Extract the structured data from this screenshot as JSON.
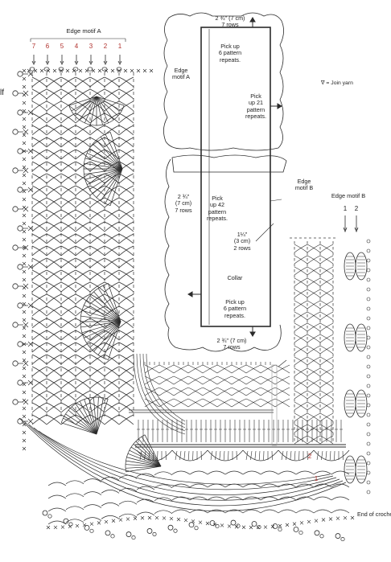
{
  "motif_a": {
    "title": "Edge motif A",
    "row_numbers": [
      "7",
      "6",
      "5",
      "4",
      "3",
      "2",
      "1"
    ]
  },
  "motif_b": {
    "title": "Edge motif B",
    "row_numbers": [
      "1",
      "2"
    ]
  },
  "legend": {
    "join_yarn": "∇ = Join yarn"
  },
  "schematic": {
    "top_measure": "2 ¾\" (7 cm)\n7 rows",
    "pick_up_top": "Pick up\n6 pattern\nrepeats.",
    "edge_motif_a": "Edge\nmotif A",
    "pick_up_side": "Pick\nup 21\npattern\nrepeats.",
    "left_measure": "2 ¾\"\n(7 cm)\n7 rows",
    "pick_up_left": "Pick\nup 42\npattern\nrepeats.",
    "edge_motif_b": "Edge\nmotif B",
    "inner_measure": "1¼\"\n(3 cm)\n2 rows",
    "collar": "Collar",
    "pick_up_bottom": "Pick up\n6 pattern\nrepeats.",
    "bottom_measure": "2 ¾\" (7 cm)\n7 rows"
  },
  "chart_marks": {
    "row_2": "2",
    "row_1": "1"
  },
  "end_note": "End of crochet",
  "edge_fragment": "lf"
}
